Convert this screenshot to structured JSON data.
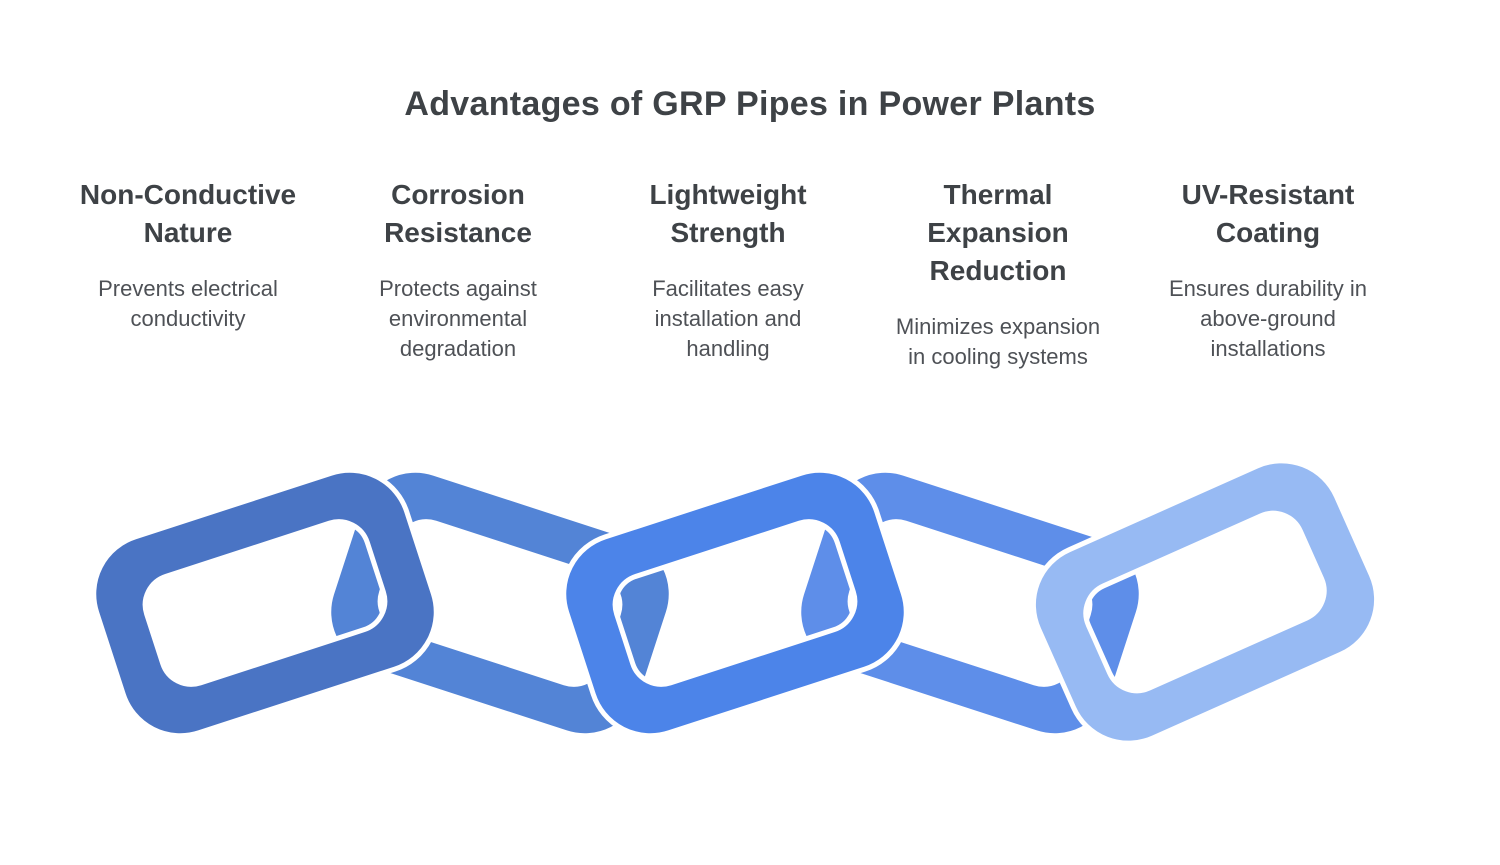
{
  "title": "Advantages of GRP Pipes in Power Plants",
  "columns": [
    {
      "heading": "Non-Conductive Nature",
      "description": "Prevents electrical conductivity"
    },
    {
      "heading": "Corrosion Resistance",
      "description": "Protects against environmental degradation"
    },
    {
      "heading": "Lightweight Strength",
      "description": "Facilitates easy installation and handling"
    },
    {
      "heading": "Thermal Expansion Reduction",
      "description": "Minimizes expansion in cooling systems"
    },
    {
      "heading": "UV-Resistant Coating",
      "description": "Ensures durability in above-ground installations"
    }
  ],
  "chain": {
    "links": [
      {
        "id": "link-1",
        "color": "#4a74c4"
      },
      {
        "id": "link-2",
        "color": "#5384d6"
      },
      {
        "id": "link-3",
        "color": "#4c84e9"
      },
      {
        "id": "link-4",
        "color": "#5e8ee9"
      },
      {
        "id": "link-5",
        "color": "#97baf3"
      }
    ],
    "outline_color": "#ffffff"
  },
  "colors": {
    "background": "#ffffff",
    "title_text": "#3e4246",
    "heading_text": "#3e4246",
    "body_text": "#4e5156"
  }
}
